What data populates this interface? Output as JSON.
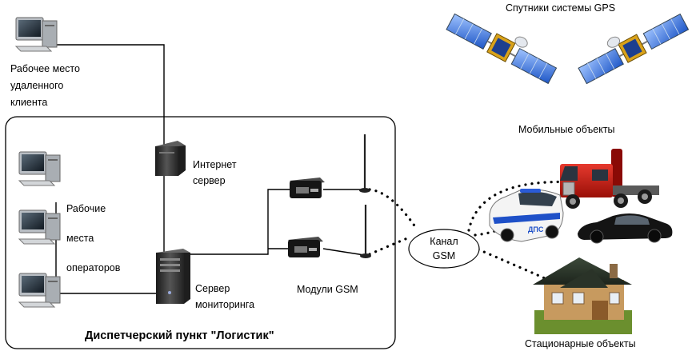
{
  "remote_client": {
    "lines": [
      "Рабочее место",
      "удаленного",
      "клиента"
    ]
  },
  "gps": {
    "label": "Спутники системы GPS"
  },
  "mobile": {
    "label": "Мобильные объекты"
  },
  "stationary": {
    "label": "Стационарные объекты"
  },
  "internet_server": {
    "lines": [
      "Интернет",
      "сервер"
    ]
  },
  "operators": {
    "lines": [
      "Рабочие",
      "места",
      "операторов"
    ]
  },
  "monitoring_server": {
    "lines": [
      "Сервер",
      "мониторинга"
    ]
  },
  "gsm_modules": {
    "label": "Модули GSM"
  },
  "channel": {
    "lines": [
      "Канал",
      "GSM"
    ]
  },
  "dispatch": {
    "title": "Диспетчерский пункт \"Логистик\""
  },
  "car_badge": "ДПС"
}
